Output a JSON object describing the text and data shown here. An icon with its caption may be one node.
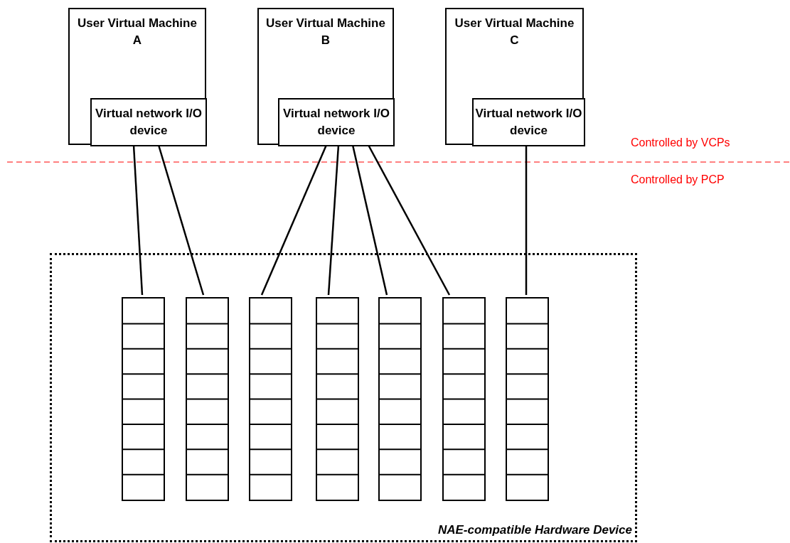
{
  "diagram": {
    "nodes": [
      {
        "text": [
          "User Virtual Machine A"
        ]
      },
      {
        "text": [
          "Virtual network I/O device"
        ],
        "in": 0
      },
      {
        "text": [
          "User Virtual Machine B"
        ]
      },
      {
        "text": [
          "Virtual network I/O device"
        ],
        "in": 2
      },
      {
        "text": [
          "User Virtual Machine C"
        ]
      },
      {
        "text": [
          "Virtual network I/O device"
        ],
        "in": 4
      },
      {
        "text": [
          "NAE-compatible Hardware Device"
        ]
      },
      {
        "text": [],
        "shape": "bar",
        "in": 6
      },
      {
        "text": [],
        "shape": "bar",
        "in": 6
      },
      {
        "text": [],
        "shape": "bar",
        "in": 6
      },
      {
        "text": [],
        "shape": "bar",
        "in": 6
      },
      {
        "text": [],
        "shape": "bar",
        "in": 6
      },
      {
        "text": [],
        "shape": "bar",
        "in": 6
      },
      {
        "text": [],
        "shape": "bar",
        "in": 6
      }
    ],
    "edges": [
      {
        "from": 1,
        "to": 7,
        "arrow": "none"
      },
      {
        "from": 1,
        "to": 8,
        "arrow": "none"
      },
      {
        "from": 3,
        "to": 9,
        "arrow": "none"
      },
      {
        "from": 3,
        "to": 10,
        "arrow": "none"
      },
      {
        "from": 3,
        "to": 11,
        "arrow": "none"
      },
      {
        "from": 3,
        "to": 12,
        "arrow": "none"
      },
      {
        "from": 5,
        "to": 13,
        "arrow": "none"
      }
    ],
    "labels": [
      "Controlled by VCPs",
      "Controlled by PCP"
    ]
  }
}
